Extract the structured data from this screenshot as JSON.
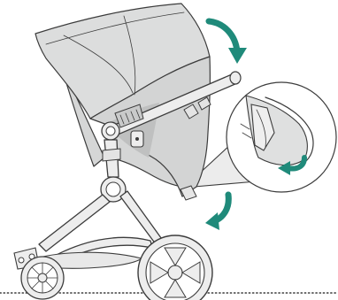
{
  "colors": {
    "canopy_fill": "#d9dada",
    "canopy_shadow": "#c6c7c7",
    "frame_fill": "#ececec",
    "line": "#3c3c3c",
    "arrow": "#1f8a7a",
    "background": "#ffffff",
    "ground_dots": "#3c3c3c"
  },
  "illustration": {
    "subject": "stroller-canopy-fold-instruction",
    "arrows": [
      {
        "name": "fold-down-arrow-top",
        "direction": "clockwise-down"
      },
      {
        "name": "fold-down-arrow-bottom",
        "direction": "clockwise-down"
      },
      {
        "name": "detail-arrow-in-magnifier",
        "direction": "counter-clockwise"
      }
    ],
    "detail_view": "magnified-canopy-clip"
  }
}
